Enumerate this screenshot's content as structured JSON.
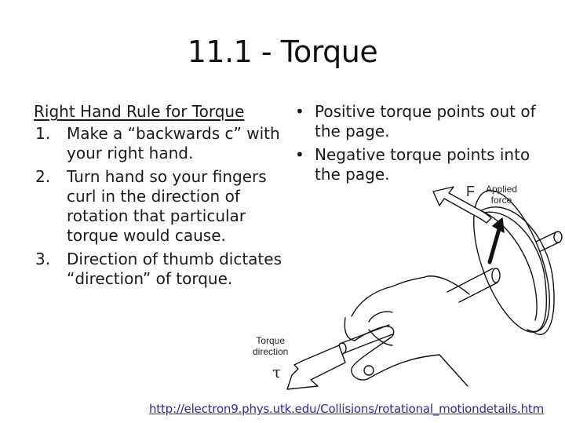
{
  "slide": {
    "title": "11.1 - Torque",
    "left": {
      "heading": "Right Hand Rule for Torque",
      "steps": [
        {
          "num": "1.",
          "text": "Make a “backwards c” with your right hand."
        },
        {
          "num": "2.",
          "text": "Turn hand so your fingers curl in the direction of rotation that particular torque would cause."
        },
        {
          "num": "3.",
          "text": "Direction of thumb dictates “direction” of torque."
        }
      ]
    },
    "right": {
      "bullets": [
        {
          "marker": "•",
          "text": "Positive torque points out of the page."
        },
        {
          "marker": "•",
          "text": "Negative torque points into the page."
        }
      ]
    },
    "diagram": {
      "force_symbol": "F",
      "force_label_line1": "Applied",
      "force_label_line2": "force",
      "torque_label_line1": "Torque",
      "torque_label_line2": "direction",
      "torque_symbol": "τ",
      "icons": [
        "hand-gripping-axle-illustration",
        "wheel-disk-illustration",
        "force-arrow-icon",
        "torque-arrow-icon"
      ]
    },
    "source_url": "http://electron9.phys.utk.edu/Collisions/rotational_motiondetails.htm"
  }
}
